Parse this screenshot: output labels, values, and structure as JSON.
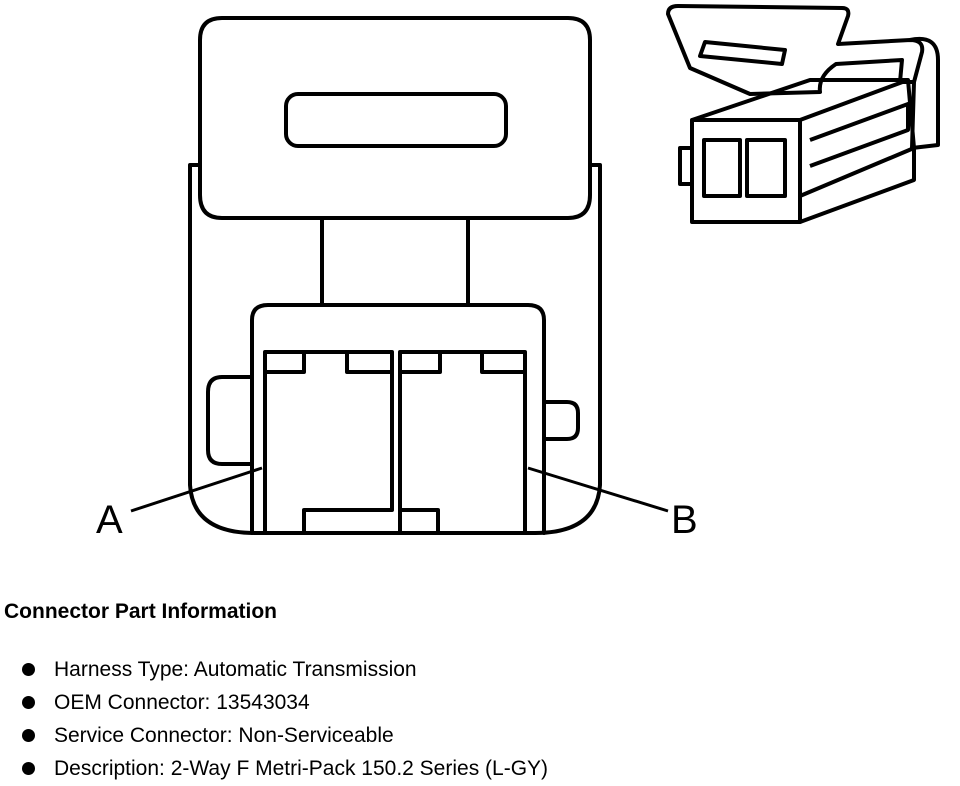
{
  "callouts": {
    "a": "A",
    "b": "B"
  },
  "info": {
    "title": "Connector Part Information",
    "items": [
      "Harness Type: Automatic Transmission",
      "OEM Connector: 13543034",
      "Service Connector: Non-Serviceable",
      "Description: 2-Way F Metri-Pack 150.2 Series (L-GY)"
    ]
  }
}
